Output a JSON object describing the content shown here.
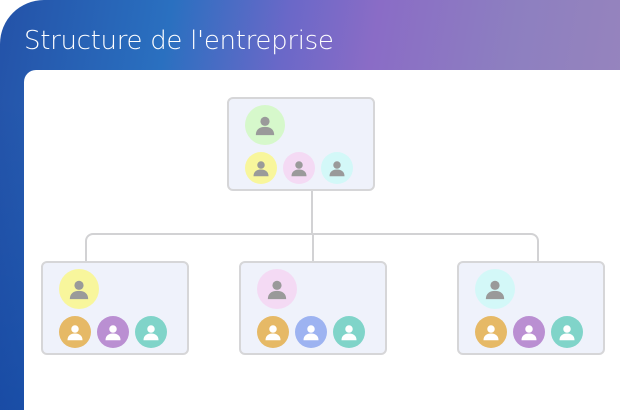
{
  "title": "Structure de l'entreprise",
  "colors": {
    "green": "#d6f8cb",
    "yellow": "#f8f69c",
    "pink": "#f4daf4",
    "cyan": "#d3f8f8",
    "orange": "#e6b966",
    "purple": "#ba8fd2",
    "teal": "#80d4c9",
    "blue": "#9db3f1",
    "grey": "#9a9a9a",
    "white": "#ffffff"
  },
  "nodes": [
    {
      "name": "top",
      "lead": "green",
      "members": [
        "yellow",
        "pink",
        "cyan"
      ]
    },
    {
      "name": "left",
      "lead": "yellow",
      "members": [
        "orange",
        "purple",
        "teal"
      ]
    },
    {
      "name": "middle",
      "lead": "pink",
      "members": [
        "orange",
        "blue",
        "teal"
      ]
    },
    {
      "name": "right",
      "lead": "cyan",
      "members": [
        "orange",
        "purple",
        "teal"
      ]
    }
  ]
}
